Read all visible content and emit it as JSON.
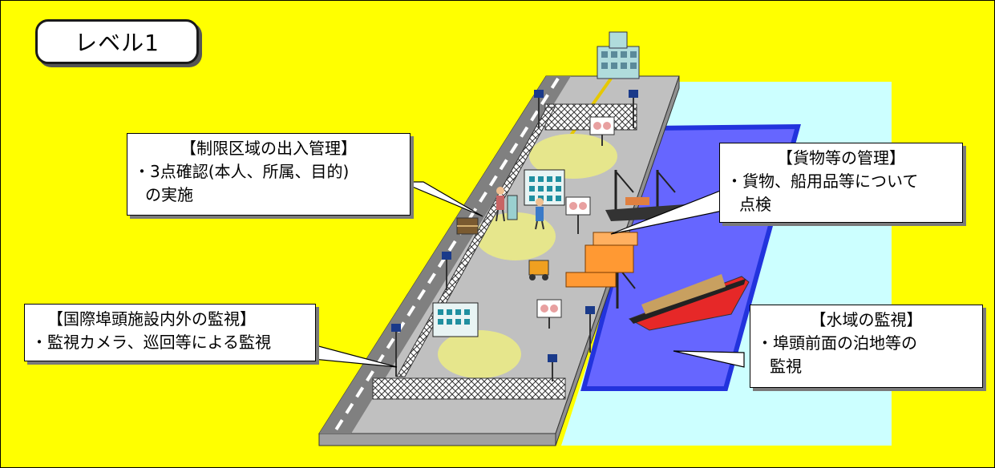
{
  "level_label": "レベル1",
  "callouts": {
    "access": {
      "title": "【制限区域の出入管理】",
      "lines": [
        "・3点確認(本人、所属、目的)",
        "の実施"
      ]
    },
    "cargo": {
      "title": "【貨物等の管理】",
      "lines": [
        "・貨物、船用品等について",
        "点検"
      ]
    },
    "perimeter": {
      "title": "【国際埠頭施設内外の監視】",
      "lines": [
        "・監視カメラ、巡回等による監視"
      ]
    },
    "water": {
      "title": "【水域の監視】",
      "lines": [
        "・埠頭前面の泊地等の",
        "監視"
      ]
    }
  },
  "colors": {
    "background": "#ffff00",
    "pier": "#c0c0c0",
    "road": "#808080",
    "water_outer": "#ccffff",
    "water_inner": "#6666ff",
    "water_border": "#2233dd",
    "patrol_circle": "#e6e68c",
    "ship_hull": "#e62828",
    "containers": "#ff9933"
  },
  "icons": [
    "building-icon",
    "office-building-icon",
    "camera-icon",
    "guard-icon",
    "forklift-icon",
    "crane-icon",
    "container-stack-icon",
    "cargo-ship-icon",
    "fence-icon",
    "signboard-icon"
  ]
}
